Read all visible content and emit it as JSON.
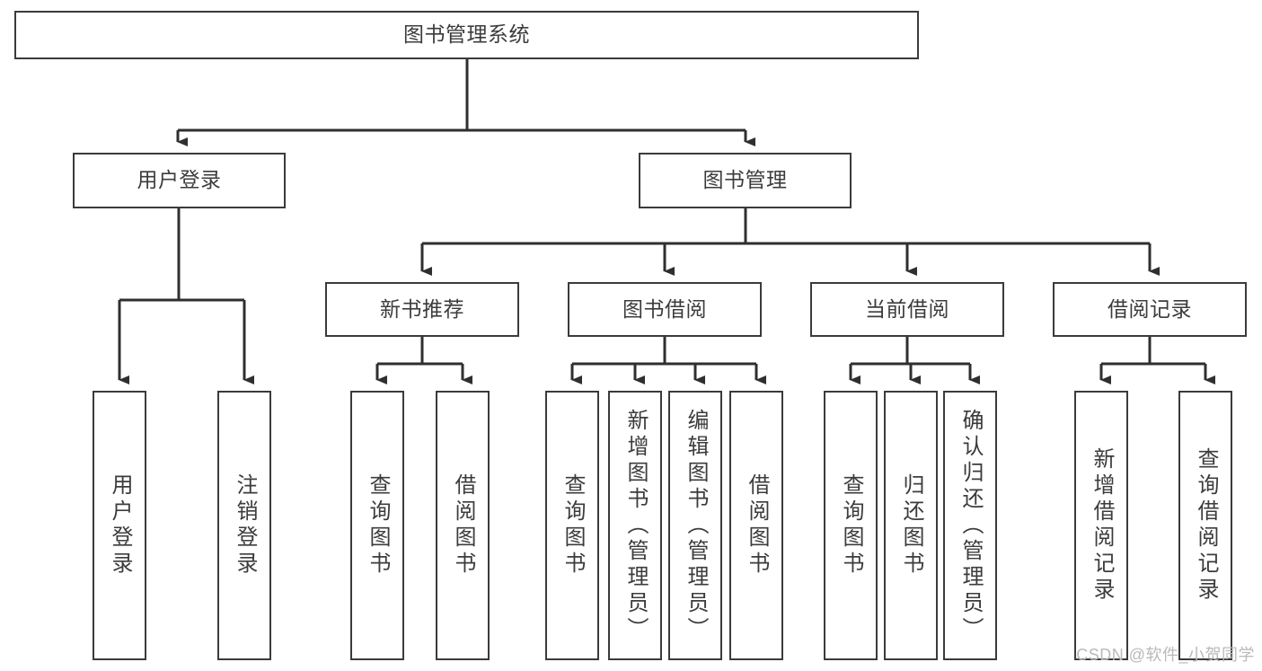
{
  "diagram": {
    "type": "hierarchy-tree",
    "title": "图书管理系统",
    "root": {
      "label": "图书管理系统"
    },
    "level2": [
      {
        "id": "user-login",
        "label": "用户登录"
      },
      {
        "id": "book-management",
        "label": "图书管理"
      }
    ],
    "level3": [
      {
        "id": "new-book-recommend",
        "label": "新书推荐",
        "parent": "book-management"
      },
      {
        "id": "book-borrow",
        "label": "图书借阅",
        "parent": "book-management"
      },
      {
        "id": "current-borrow",
        "label": "当前借阅",
        "parent": "book-management"
      },
      {
        "id": "borrow-record",
        "label": "借阅记录",
        "parent": "book-management"
      }
    ],
    "leaves": [
      {
        "id": "leaf-user-login",
        "label": "用户登录",
        "parent": "user-login"
      },
      {
        "id": "leaf-user-logout",
        "label": "注销登录",
        "parent": "user-login"
      },
      {
        "id": "leaf-query-book-1",
        "label": "查询图书",
        "parent": "new-book-recommend"
      },
      {
        "id": "leaf-borrow-book-1",
        "label": "借阅图书",
        "parent": "new-book-recommend"
      },
      {
        "id": "leaf-query-book-2",
        "label": "查询图书",
        "parent": "book-borrow"
      },
      {
        "id": "leaf-add-book",
        "label": "新增图书（管理员）",
        "parent": "book-borrow"
      },
      {
        "id": "leaf-edit-book",
        "label": "编辑图书（管理员）",
        "parent": "book-borrow"
      },
      {
        "id": "leaf-borrow-book-2",
        "label": "借阅图书",
        "parent": "book-borrow"
      },
      {
        "id": "leaf-query-book-3",
        "label": "查询图书",
        "parent": "current-borrow"
      },
      {
        "id": "leaf-return-book",
        "label": "归还图书",
        "parent": "current-borrow"
      },
      {
        "id": "leaf-confirm-return",
        "label": "确认归还（管理员）",
        "parent": "current-borrow"
      },
      {
        "id": "leaf-add-record",
        "label": "新增借阅记录",
        "parent": "borrow-record"
      },
      {
        "id": "leaf-query-record",
        "label": "查询借阅记录",
        "parent": "borrow-record"
      }
    ],
    "colors": {
      "box_border": "#3b3b3b",
      "box_fill": "#ffffff",
      "text": "#3c3c3c",
      "connector": "#2f2f2f",
      "watermark": "#b9b9b9"
    }
  },
  "watermark": {
    "text": "CSDN @软件_小贺同学"
  }
}
